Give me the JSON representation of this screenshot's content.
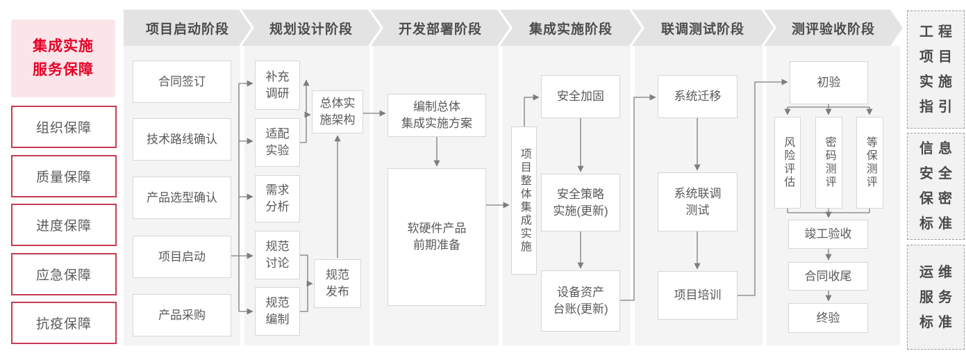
{
  "colors": {
    "accent_red": "#e60127",
    "sidebar_border_red": "#c73a52",
    "title_pink_bg": "#fbe5e8",
    "lane_bg": "#f4f4f5",
    "header_bg": "#e3e3e4",
    "node_border": "#d6d6d6",
    "text_gray": "#595959",
    "connector_gray": "#7d7d7d"
  },
  "sidebar": {
    "title": "集成实施\n服务保障",
    "items": [
      {
        "label": "组织保障"
      },
      {
        "label": "质量保障"
      },
      {
        "label": "进度保障"
      },
      {
        "label": "应急保障"
      },
      {
        "label": "抗疫保障"
      }
    ]
  },
  "phases": [
    {
      "label": "项目启动阶段",
      "boxes": {
        "contract_signing": "合同签订",
        "tech_route_confirm": "技术路线确认",
        "product_selection_confirm": "产品选型确认",
        "project_kickoff": "项目启动",
        "product_procurement": "产品采购"
      }
    },
    {
      "label": "规划设计阶段",
      "boxes": {
        "supplementary_research": "补充\n调研",
        "adaptation_test": "适配\n实验",
        "requirement_analysis": "需求\n分析",
        "spec_discussion": "规范\n讨论",
        "spec_drafting": "规范\n编制",
        "overall_architecture": "总体实\n施架构",
        "spec_release": "规范\n发布"
      }
    },
    {
      "label": "开发部署阶段",
      "boxes": {
        "overall_plan": "编制总体\n集成实施方案",
        "hw_sw_preparation": "软硬件产品\n前期准备"
      }
    },
    {
      "label": "集成实施阶段",
      "boxes": {
        "overall_integration": "项目整体集成实施",
        "security_hardening": "安全加固",
        "security_policy": "安全策略\n实施(更新)",
        "asset_ledger": "设备资产\n台账(更新)"
      }
    },
    {
      "label": "联调测试阶段",
      "boxes": {
        "system_migration": "系统迁移",
        "joint_testing": "系统联调\n测试",
        "project_training": "项目培训"
      }
    },
    {
      "label": "测评验收阶段",
      "boxes": {
        "initial_acceptance": "初验",
        "risk_assessment": "风险评估",
        "crypto_evaluation": "密码测评",
        "mlps_evaluation": "等保测评",
        "completion_acceptance": "竣工验收",
        "contract_closure": "合同收尾",
        "final_acceptance": "终验"
      }
    }
  ],
  "side_notes": [
    {
      "text": "工程\n项目\n实施\n指引"
    },
    {
      "text": "信息\n安全\n保密\n标准"
    },
    {
      "text": "运维\n服务\n标准"
    }
  ]
}
